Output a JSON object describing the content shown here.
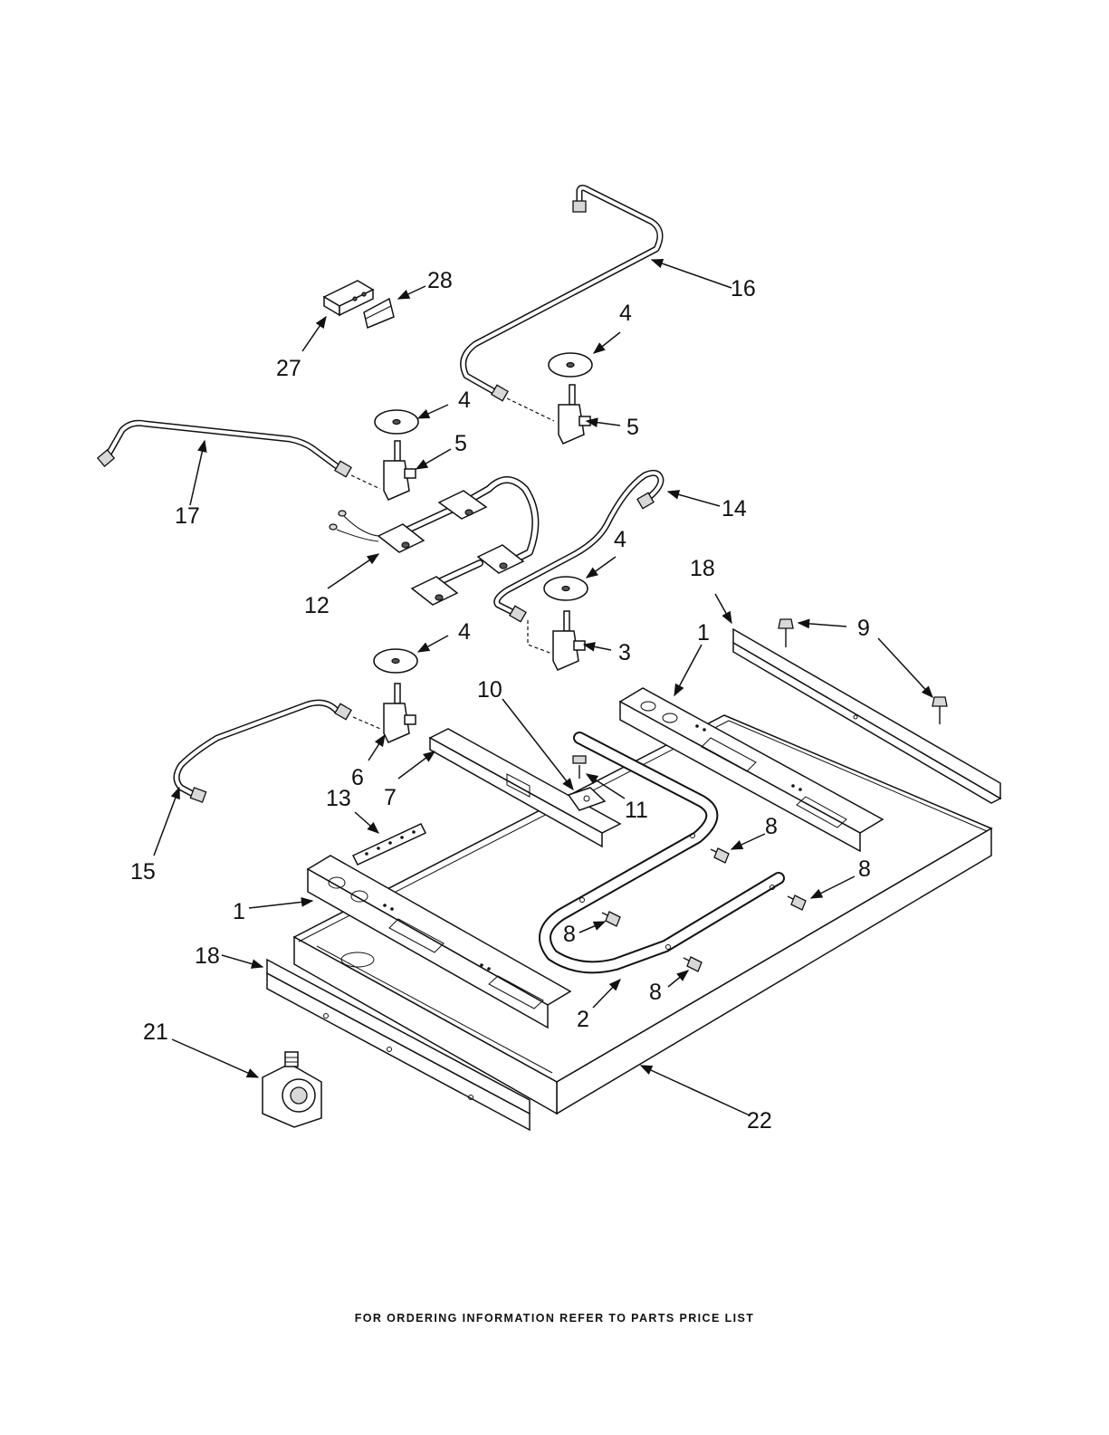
{
  "footer": {
    "text": "FOR ORDERING INFORMATION REFER TO PARTS PRICE LIST"
  },
  "callouts": {
    "c1a": "1",
    "c1b": "1",
    "c2": "2",
    "c3": "3",
    "c4a": "4",
    "c4b": "4",
    "c4c": "4",
    "c4d": "4",
    "c5a": "5",
    "c5b": "5",
    "c6": "6",
    "c7": "7",
    "c8a": "8",
    "c8b": "8",
    "c8c": "8",
    "c8d": "8",
    "c9": "9",
    "c10": "10",
    "c11": "11",
    "c12": "12",
    "c13": "13",
    "c14": "14",
    "c15": "15",
    "c16": "16",
    "c17": "17",
    "c18a": "18",
    "c18b": "18",
    "c21": "21",
    "c22": "22",
    "c27": "27",
    "c28": "28"
  }
}
